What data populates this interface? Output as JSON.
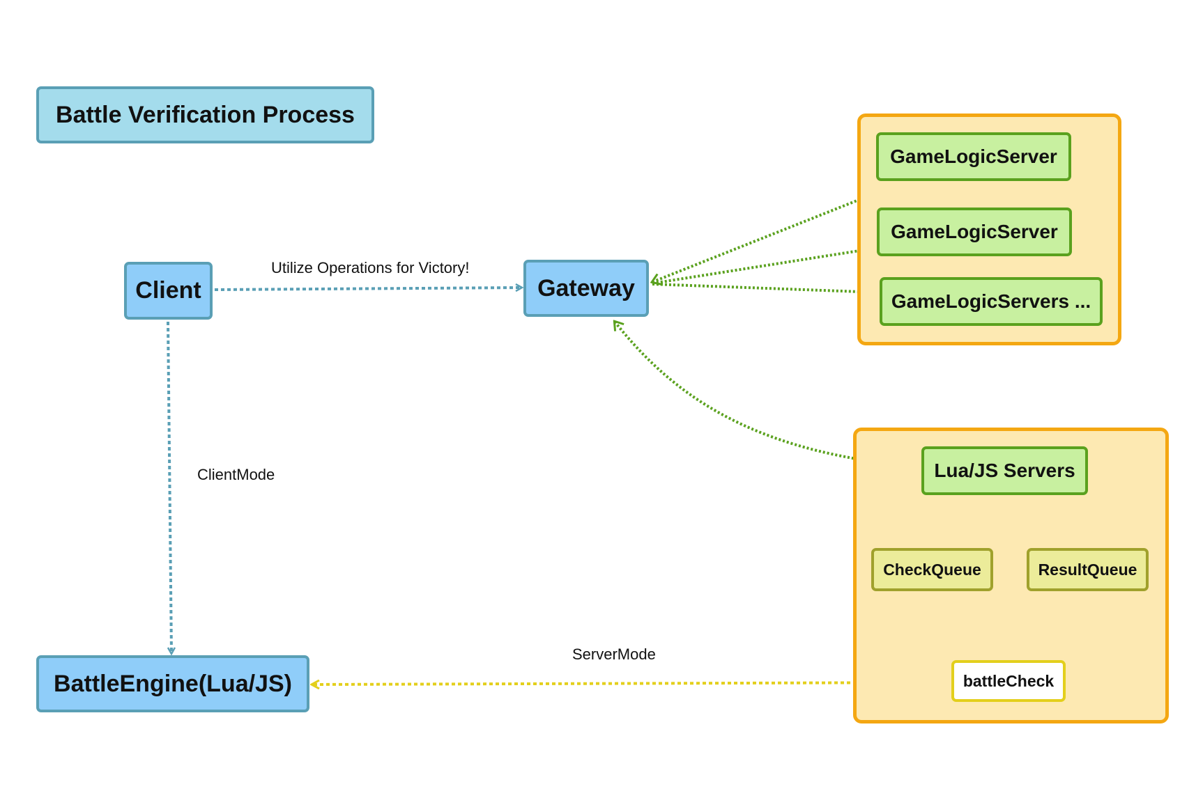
{
  "title": "Battle Verification Process",
  "nodes": {
    "client": "Client",
    "gateway": "Gateway",
    "battle_engine": "BattleEngine(Lua/JS)",
    "game_logic_server_1": "GameLogicServer",
    "game_logic_server_2": "GameLogicServer",
    "game_logic_servers_more": "GameLogicServers ...",
    "lua_js_servers": "Lua/JS Servers",
    "check_queue": "CheckQueue",
    "result_queue": "ResultQueue",
    "battle_check": "battleCheck"
  },
  "edge_labels": {
    "client_to_gateway": "Utilize Operations for Victory!",
    "client_mode": "ClientMode",
    "server_mode": "ServerMode"
  },
  "colors": {
    "blue_edge": "#5a9fb5",
    "green_edge": "#5aa11e",
    "olive_edge": "#a0a12c",
    "yellow_edge": "#e3cf1c",
    "group_border": "#f4a712",
    "group_fill": "#fde9b2"
  }
}
